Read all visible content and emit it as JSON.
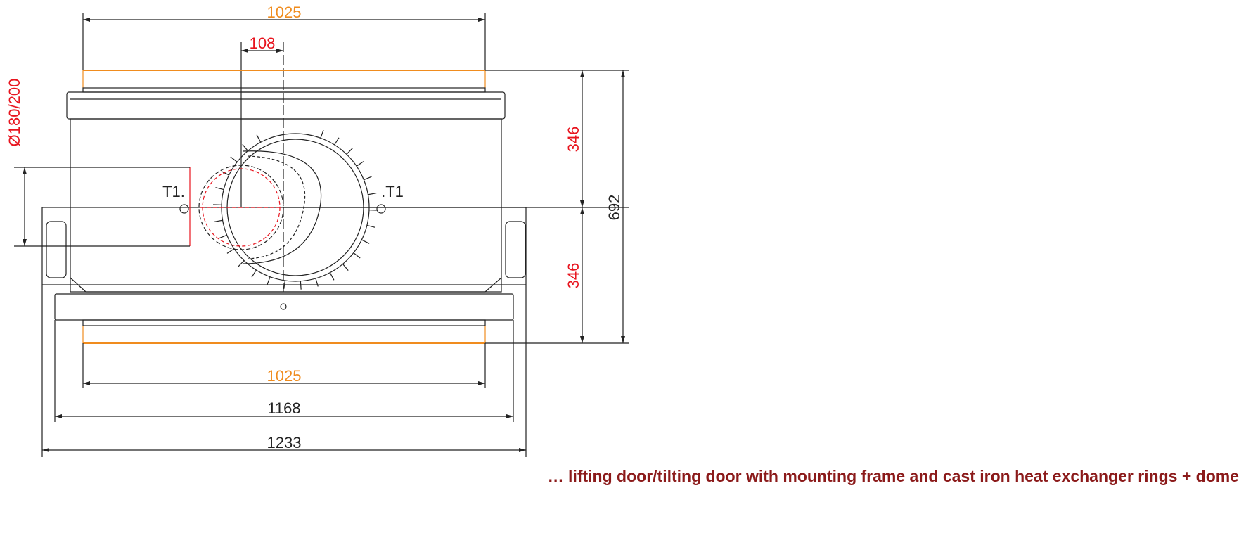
{
  "dimensions": {
    "top_width": "1025",
    "offset": "108",
    "flue_diameter": "Ø180/200",
    "upper_height": "346",
    "lower_height": "346",
    "total_height": "692",
    "bottom_width": "1025",
    "frame_width": "1168",
    "overall_width": "1233"
  },
  "labels": {
    "t1_left": "T1.",
    "t1_right": ".T1"
  },
  "caption": "… lifting door/tilting door with mounting frame and cast iron heat exchanger rings + dome",
  "colors": {
    "orange": "#f08c1e",
    "red": "#e8141e",
    "caption": "#8b1a1a",
    "line": "#222222"
  }
}
